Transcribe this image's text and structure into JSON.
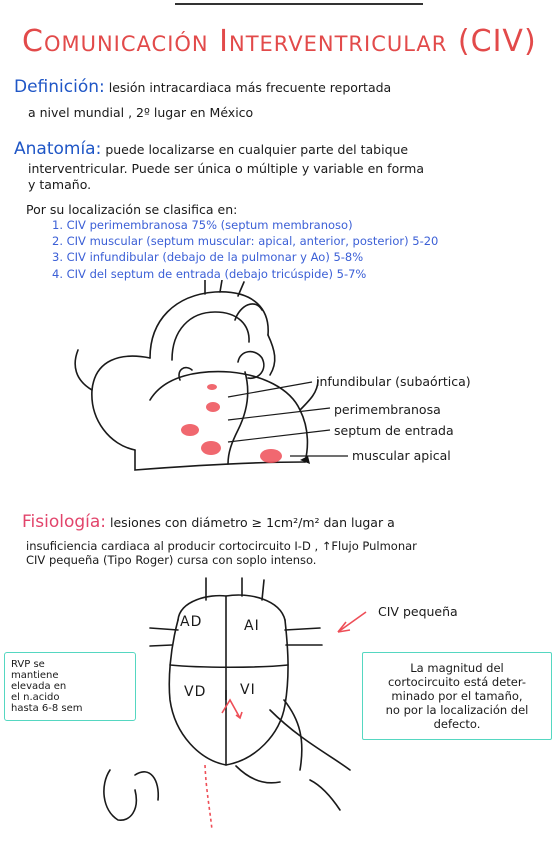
{
  "title": "Comunicación Interventricular (CIV)",
  "definicion": {
    "heading": "Definición:",
    "line1": "lesión intracardiaca más frecuente reportada",
    "line2": "a nivel mundial , 2º lugar en México"
  },
  "anatomia": {
    "heading": "Anatomía:",
    "line1": "puede localizarse en cualquier parte del tabique",
    "line2": "interventricular. Puede ser única o múltiple y variable en forma",
    "line3": "y tamaño.",
    "classify": "Por su localización se clasifica en:",
    "items": [
      "1. CIV perimembranosa  75% (septum membranoso)",
      "2. CIV muscular (septum muscular: apical, anterior, posterior) 5-20",
      "3. CIV infundibular (debajo de la pulmonar y Ao) 5-8%",
      "4. CIV del septum de entrada (debajo tricúspide) 5-7%"
    ]
  },
  "diagram1": {
    "labels": [
      "infundibular (subaórtica)",
      "perimembranosa",
      "septum de entrada",
      "muscular apical"
    ]
  },
  "fisiologia": {
    "heading": "Fisiología:",
    "line1": "lesiones con diámetro ≥ 1cm²/m² dan lugar a",
    "line2": "insuficiencia cardiaca al producir cortocircuito I-D , ↑Flujo Pulmonar",
    "line3": "CIV pequeña (Tipo Roger) cursa con soplo intenso."
  },
  "diagram2": {
    "chambers": [
      "AD",
      "AI",
      "VD",
      "VI"
    ],
    "arrow_label": "CIV pequeña",
    "left_note": "RVP se\nmantiene\nelevada en\nel n.acido\nhasta 6-8 sem",
    "right_note": "La magnitud del\ncortocircuito está deter-\nminado por el tamaño,\nno por la localización del\ndefecto."
  },
  "colors": {
    "title": "#e24a4a",
    "heading": "#1f56c6",
    "list": "#3b5fd6",
    "box": "#55d7c1",
    "defect": "#e24a4a"
  }
}
